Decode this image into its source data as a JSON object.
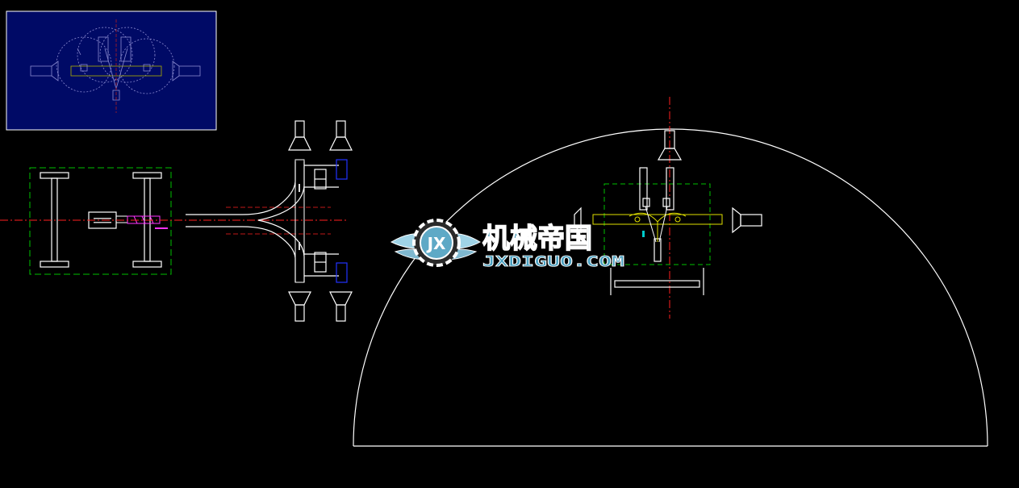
{
  "colors": {
    "background": "#000000",
    "line": "#ffffff",
    "center_line": "#ff2020",
    "dashed_box": "#00c000",
    "preview_bg": "#000a66",
    "preview_line": "#8a8ad0",
    "magenta": "#ff33ff",
    "yellow": "#e0e000",
    "cyan": "#00cccc",
    "blue_box": "#2233ff",
    "watermark_cn": "#3a8fb0",
    "watermark_en": "#4aa0c0"
  },
  "watermark": {
    "text_cn": "机械帝国",
    "text_en": "JXDIGUO.COM",
    "logo_letters": "JX",
    "icon": "winged-gear-icon"
  }
}
